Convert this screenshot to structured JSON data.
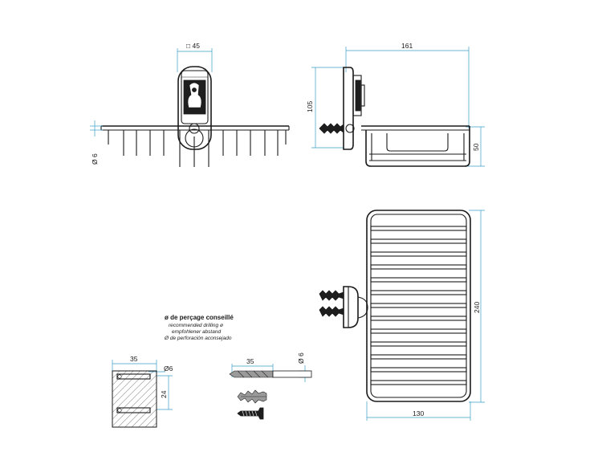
{
  "dimensions": {
    "front_width": "□ 45",
    "wire_diameter": "Ø 6",
    "side_depth": "161",
    "side_height_total": "105",
    "side_basket_height": "50",
    "top_length": "240",
    "top_width": "130",
    "bracket_width": "35",
    "bracket_height": "24",
    "bracket_hole": "Ø6",
    "drill_length": "35",
    "drill_diameter": "Ø 6"
  },
  "caption": {
    "fr": "ø de perçage conseillé",
    "en": "recommended drilling ø",
    "de": "empfohlener abstand",
    "es": "Ø de perforación aconsejado"
  },
  "colors": {
    "line": "#1a1a1a",
    "dimension": "#3a9ec9",
    "fill_dark": "#1e1e1e"
  }
}
